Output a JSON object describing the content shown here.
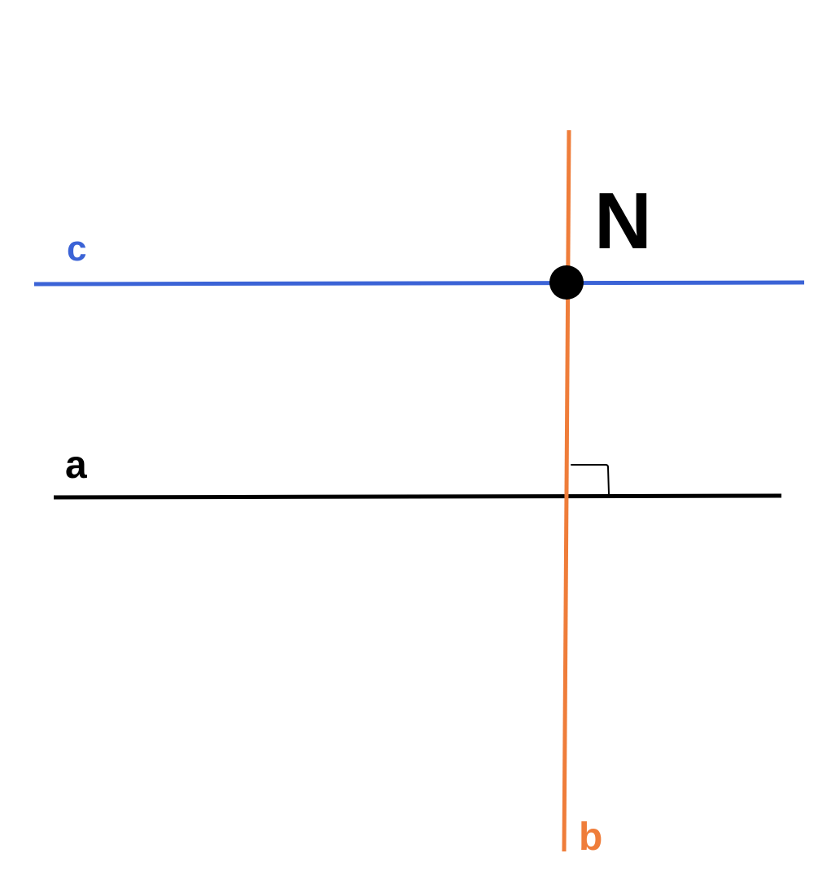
{
  "lines": {
    "c": {
      "label": "c",
      "color": "#3b63d6"
    },
    "a": {
      "label": "a",
      "color": "#000000"
    },
    "b": {
      "label": "b",
      "color": "#ef7d3a"
    }
  },
  "point": {
    "label": "N",
    "color": "#000000"
  },
  "right_angle_mark": {
    "color": "#000000"
  }
}
